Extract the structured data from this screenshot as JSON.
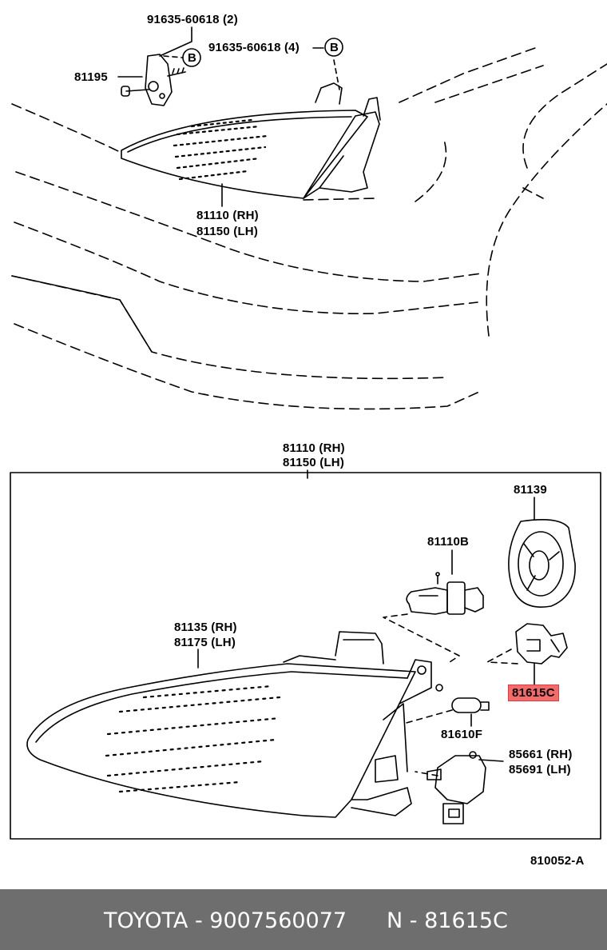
{
  "top_view": {
    "bolt_label_a": "91635-60618 (2)",
    "bolt_label_b": "91635-60618 (4)",
    "callout_letter": "B",
    "adjuster_label": "81195",
    "headlamp_rh_label": "81110 (RH)",
    "headlamp_lh_label": "81150 (LH)"
  },
  "detail_view": {
    "title_rh": "81110 (RH)",
    "title_lh": "81150 (LH)",
    "cover_label": "81139",
    "bulb_label": "81110B",
    "lens_rh_label": "81135 (RH)",
    "lens_lh_label": "81175 (LH)",
    "socket_label": "81615C",
    "wedge_bulb_label": "81610F",
    "actuator_rh_label": "85661 (RH)",
    "actuator_lh_label": "85691 (LH)"
  },
  "diagram_id": "810052-A",
  "highlight_color": "#f46b6b",
  "footer": {
    "brand_part": "TOYOTA - 9007560077",
    "ref_part": "N - 81615C"
  }
}
